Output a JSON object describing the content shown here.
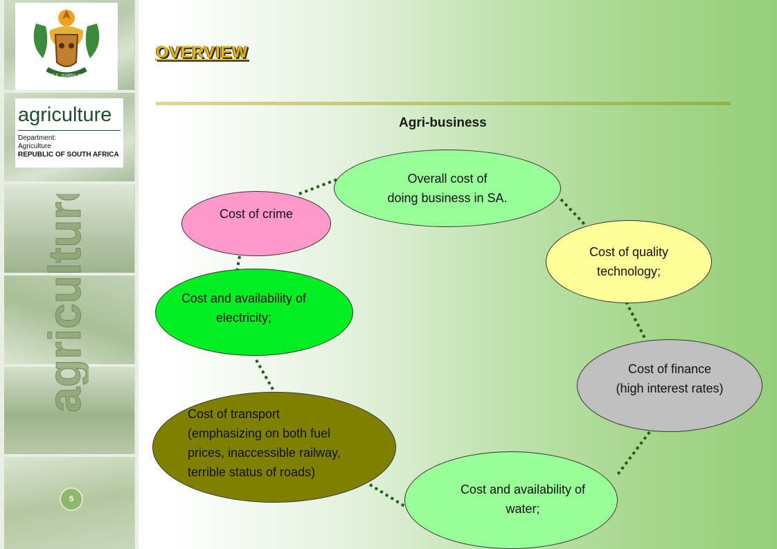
{
  "header": {
    "title": "OVERVIEW",
    "subtitle": "Agri-business"
  },
  "sidebar": {
    "logo_word": "agriculture",
    "logo_lines": [
      "Department:",
      "Agriculture",
      "REPUBLIC OF SOUTH AFRICA"
    ],
    "crest_motto": "!KE E: /XARRA //KE",
    "vertical_word": "agriculture",
    "page_number": "5"
  },
  "diagram": {
    "nodes": [
      {
        "id": "overall",
        "lines": [
          "Overall cost of",
          "doing business in SA."
        ],
        "color": "#99ff99"
      },
      {
        "id": "crime",
        "lines": [
          "Cost of crime"
        ],
        "color": "#ff99cc"
      },
      {
        "id": "quality",
        "lines": [
          "Cost of quality",
          "technology;"
        ],
        "color": "#ffff99"
      },
      {
        "id": "electricity",
        "lines": [
          "Cost and availability of",
          "electricity;"
        ],
        "color": "#00ee22"
      },
      {
        "id": "finance",
        "lines": [
          "Cost of finance",
          "(high interest rates)"
        ],
        "color": "#c0c0c0"
      },
      {
        "id": "transport",
        "lines": [
          "Cost of transport",
          "(emphasizing on both fuel",
          "prices, inaccessible railway,",
          "terrible status of roads)"
        ],
        "color": "#808000"
      },
      {
        "id": "water",
        "lines": [
          "Cost and availability of",
          "water;"
        ],
        "color": "#99ff99"
      }
    ],
    "connector_color": "#1d5c1d"
  }
}
